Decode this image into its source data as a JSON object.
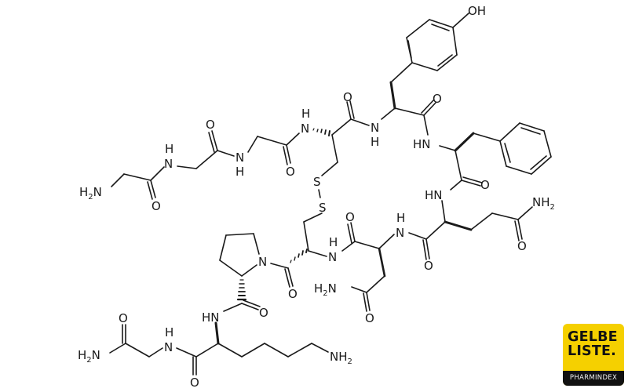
{
  "structure": {
    "name_hint": "cyclic peptide structural formula with disulfide bridge",
    "bond_color": "#1a1a1a",
    "labels": {
      "h2n_gly": "H2N",
      "nh_1": "N",
      "nh_1_h": "H",
      "nh_2": "N",
      "nh_2_h": "H",
      "nh_cys1": "N",
      "nh_cys1_h": "H",
      "nh_tyr": "N",
      "nh_tyr_h": "H",
      "oh_tyr": "OH",
      "hn_phe": "HN",
      "hn_gln": "HN",
      "nh2_gln": "NH2",
      "s1": "S",
      "s2": "S",
      "nh_cys2": "N",
      "nh_cys2_h": "H",
      "nh_asn": "N",
      "nh_asn_h": "H",
      "h2n_asn": "H2N",
      "n_pro": "N",
      "hn_lys": "HN",
      "nh_gly_end": "N",
      "nh_gly_end_h": "H",
      "h2n_amide": "H2N",
      "nh2_lys": "NH2",
      "oxygen": "O"
    }
  },
  "logo": {
    "line1": "GELBE",
    "line2": "LISTE.",
    "subtitle": "PHARMINDEX",
    "bg_color": "#f5d000",
    "bar_color": "#111111"
  }
}
